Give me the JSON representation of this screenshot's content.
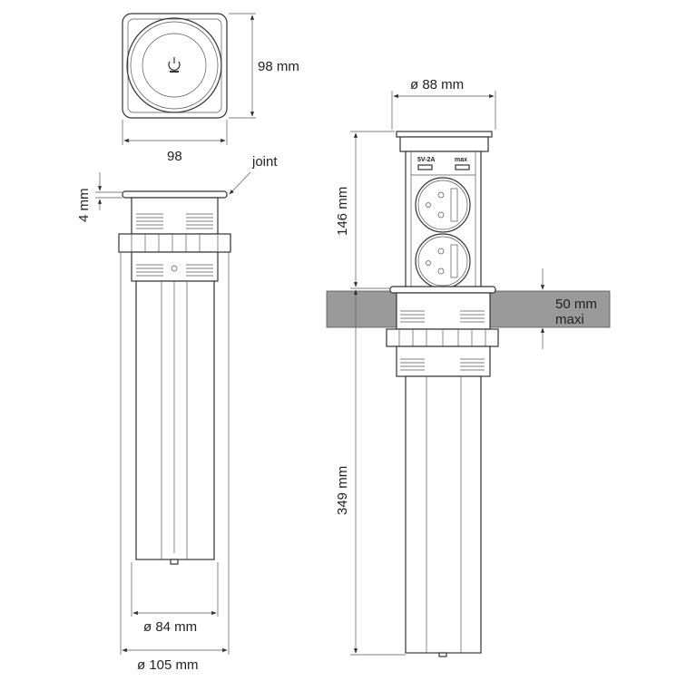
{
  "labels": {
    "top_height": "98 mm",
    "top_width": "98",
    "joint": "joint",
    "flange_thickness": "4 mm",
    "inner_diameter": "ø 84 mm",
    "outer_diameter": "ø 105 mm",
    "cap_diameter": "ø 88 mm",
    "tower_height": "146 mm",
    "countertop_thickness": "50 mm",
    "countertop_qualifier": "maxi",
    "body_height": "349 mm",
    "usb_rating": "5V-2A",
    "usb_max": "max"
  },
  "colors": {
    "countertop": "#9a9a9a",
    "line": "#333333"
  }
}
